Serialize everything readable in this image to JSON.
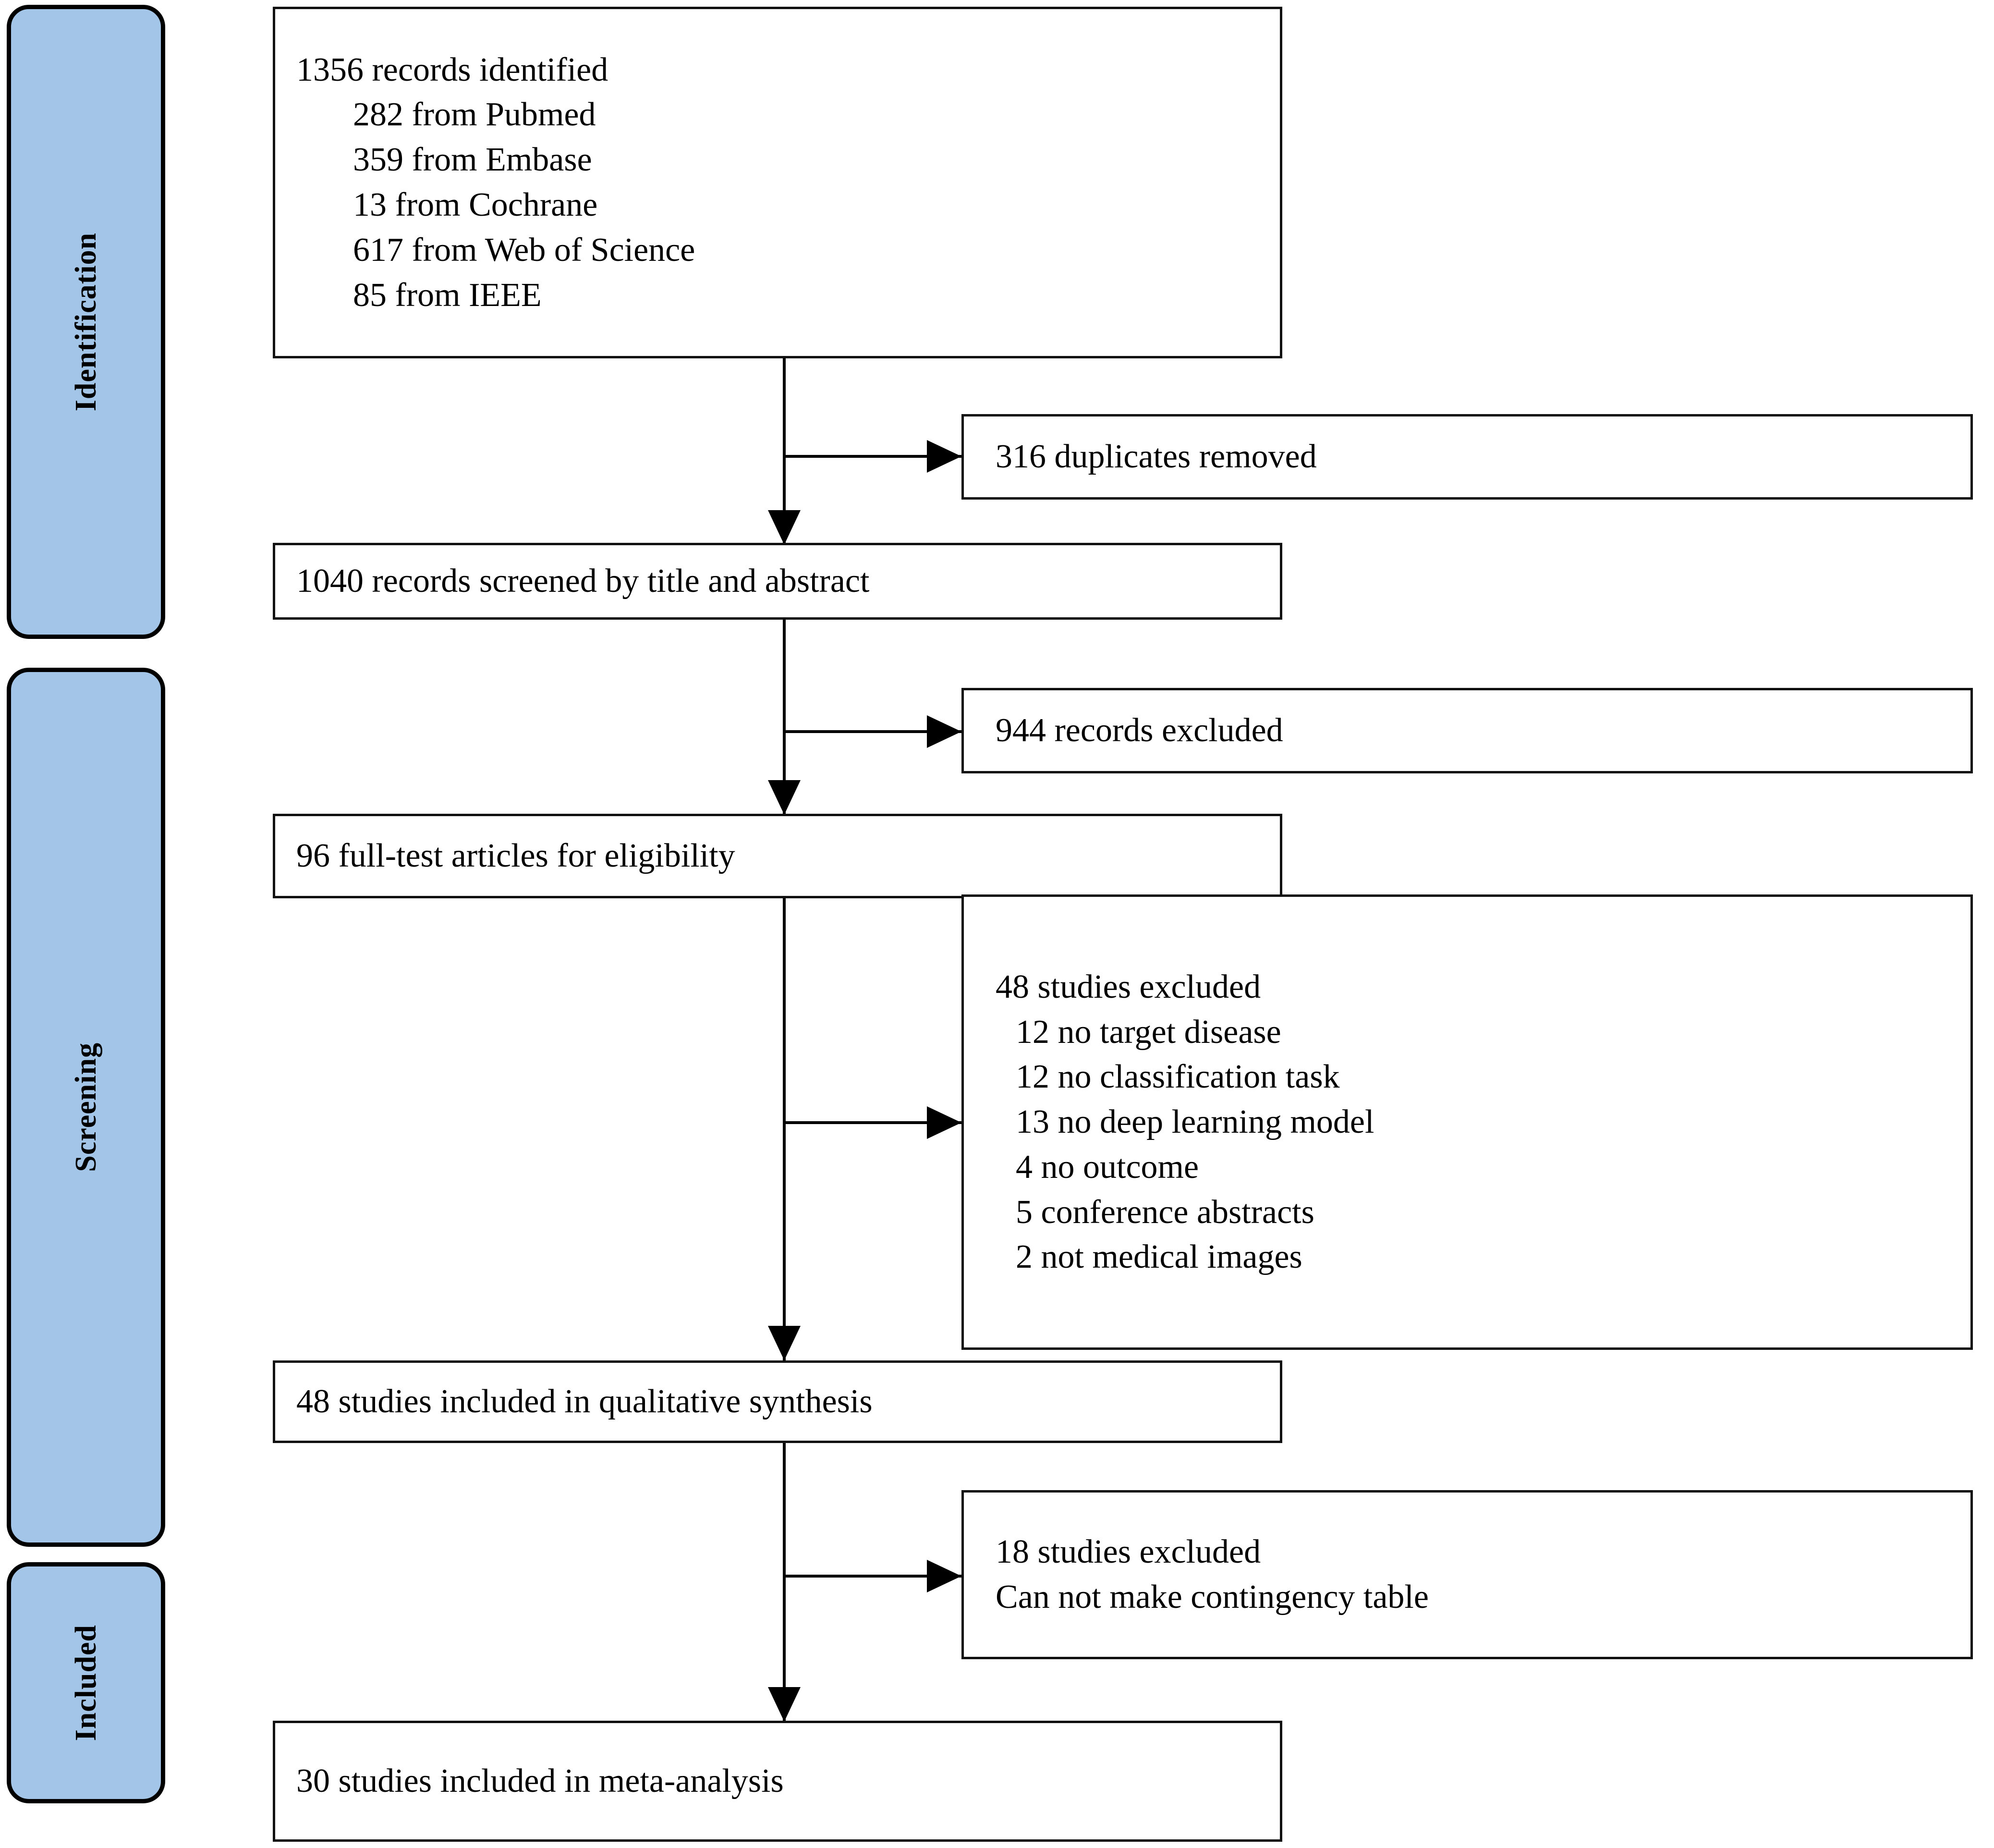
{
  "diagram": {
    "title": "PRISMA study selection flow diagram",
    "accent_color": "#a3c6e8",
    "line_color": "#000000",
    "box_fill": "#ffffff"
  },
  "phases": [
    {
      "id": "identification",
      "label": "Identification"
    },
    {
      "id": "screening",
      "label": "Screening"
    },
    {
      "id": "included",
      "label": "Included"
    }
  ],
  "boxes": {
    "identified": {
      "heading": "1356 records identified",
      "sources": [
        "282 from Pubmed",
        "359 from Embase",
        "13 from Cochrane",
        "617 from Web of Science",
        "85 from IEEE"
      ]
    },
    "duplicates_removed": {
      "text": "316 duplicates removed"
    },
    "screened": {
      "text": "1040 records screened by title and abstract"
    },
    "records_excluded": {
      "text": "944 records excluded"
    },
    "full_text": {
      "text": "96 full-test articles for eligibility"
    },
    "studies_excluded": {
      "heading": "48 studies excluded",
      "reasons": [
        "12 no target disease",
        "12 no classification task",
        "13 no deep learning model",
        "4 no outcome",
        "5 conference abstracts",
        "2 not medical images"
      ]
    },
    "qualitative": {
      "text": "48 studies included in qualitative synthesis"
    },
    "excluded_meta": {
      "line1": "18 studies excluded",
      "line2": "Can not make contingency table"
    },
    "meta_analysis": {
      "text": "30 studies included in meta-analysis"
    }
  },
  "chart_data": {
    "type": "diagram",
    "title": "PRISMA flow of study selection",
    "nodes": [
      {
        "id": "identified",
        "stage": "Identification",
        "count": 1356,
        "label": "records identified"
      },
      {
        "id": "pubmed",
        "stage": "Identification",
        "count": 282,
        "label": "from Pubmed"
      },
      {
        "id": "embase",
        "stage": "Identification",
        "count": 359,
        "label": "from Embase"
      },
      {
        "id": "cochrane",
        "stage": "Identification",
        "count": 13,
        "label": "from Cochrane"
      },
      {
        "id": "wos",
        "stage": "Identification",
        "count": 617,
        "label": "from Web of Science"
      },
      {
        "id": "ieee",
        "stage": "Identification",
        "count": 85,
        "label": "from IEEE"
      },
      {
        "id": "duplicates",
        "stage": "Identification",
        "count": 316,
        "label": "duplicates removed"
      },
      {
        "id": "screened",
        "stage": "Screening",
        "count": 1040,
        "label": "records screened by title and abstract"
      },
      {
        "id": "rec_excluded",
        "stage": "Screening",
        "count": 944,
        "label": "records excluded"
      },
      {
        "id": "fulltext",
        "stage": "Screening",
        "count": 96,
        "label": "full-test articles for eligibility"
      },
      {
        "id": "std_excluded",
        "stage": "Screening",
        "count": 48,
        "label": "studies excluded"
      },
      {
        "id": "no_target_disease",
        "stage": "Screening",
        "count": 12,
        "label": "no target disease"
      },
      {
        "id": "no_classification",
        "stage": "Screening",
        "count": 12,
        "label": "no classification task"
      },
      {
        "id": "no_dl_model",
        "stage": "Screening",
        "count": 13,
        "label": "no deep learning model"
      },
      {
        "id": "no_outcome",
        "stage": "Screening",
        "count": 4,
        "label": "no outcome"
      },
      {
        "id": "conf_abstracts",
        "stage": "Screening",
        "count": 5,
        "label": "conference abstracts"
      },
      {
        "id": "not_medical",
        "stage": "Screening",
        "count": 2,
        "label": "not medical images"
      },
      {
        "id": "qualitative",
        "stage": "Included",
        "count": 48,
        "label": "studies included in qualitative synthesis"
      },
      {
        "id": "excl_meta",
        "stage": "Included",
        "count": 18,
        "label": "studies excluded - Can not make contingency table"
      },
      {
        "id": "meta",
        "stage": "Included",
        "count": 30,
        "label": "studies included in meta-analysis"
      }
    ],
    "edges": [
      {
        "from": "identified",
        "to": "duplicates"
      },
      {
        "from": "identified",
        "to": "screened"
      },
      {
        "from": "screened",
        "to": "rec_excluded"
      },
      {
        "from": "screened",
        "to": "fulltext"
      },
      {
        "from": "fulltext",
        "to": "std_excluded"
      },
      {
        "from": "fulltext",
        "to": "qualitative"
      },
      {
        "from": "qualitative",
        "to": "excl_meta"
      },
      {
        "from": "qualitative",
        "to": "meta"
      }
    ]
  }
}
